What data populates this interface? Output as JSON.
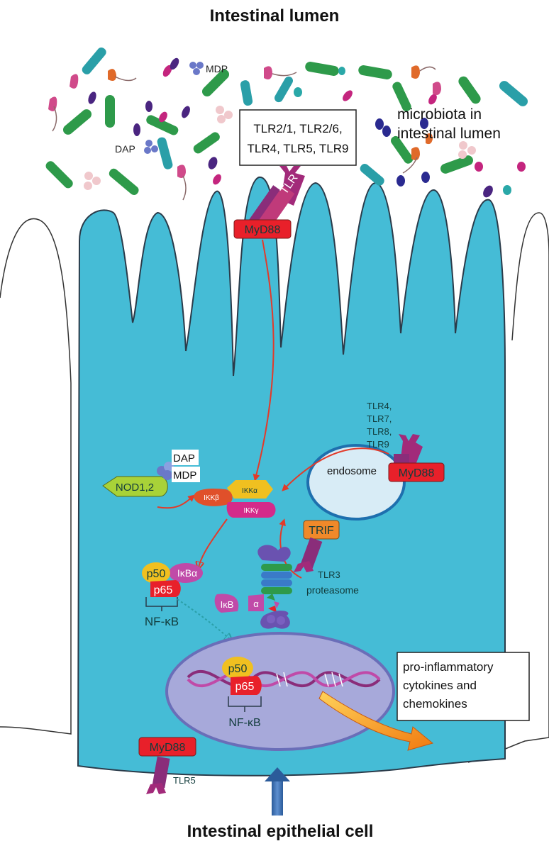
{
  "titles": {
    "top": "Intestinal lumen",
    "bottom": "Intestinal epithelial cell"
  },
  "lumen": {
    "microbiota_line1": "microbiota in",
    "microbiota_line2": "intestinal lumen",
    "mdp": "MDP",
    "dap": "DAP"
  },
  "tlr_box": {
    "line1": "TLR2/1, TLR2/6,",
    "line2": "TLR4, TLR5, TLR9"
  },
  "surface": {
    "tlr": "TLR",
    "myd88": "MyD88"
  },
  "nod": {
    "label": "NOD1,2",
    "dap": "DAP",
    "mdp": "MDP"
  },
  "ikk": {
    "alpha": "IKKα",
    "beta": "IKKβ",
    "gamma": "IKKγ"
  },
  "endosome": {
    "label": "endosome",
    "tlrs": [
      "TLR4,",
      "TLR7,",
      "TLR8,",
      "TLR9"
    ],
    "myd88": "MyD88",
    "trif": "TRIF",
    "tlr3": "TLR3"
  },
  "cytoplasm": {
    "p50": "p50",
    "p65": "p65",
    "ikba": "IκBα",
    "nfkb": "NF-κB",
    "ikb": "IκB",
    "alpha": "α",
    "proteasome": "proteasome"
  },
  "nucleus": {
    "p50": "p50",
    "p65": "p65",
    "nfkb": "NF-κB"
  },
  "output_box": {
    "line1": "pro-inflammatory",
    "line2": "cytokines and",
    "line3": "chemokines"
  },
  "basal": {
    "myd88": "MyD88",
    "tlr5": "TLR5"
  },
  "colors": {
    "cell": "#45bcd6",
    "cell_outline": "#2a3b4a",
    "myd88": "#e8202a",
    "trif": "#f0892a",
    "tlr": "#8a2d7a",
    "nod": "#a8d238",
    "nucleus": "#a7a9da",
    "arrow": "#e23a2a",
    "bacteria_green": "#2e9a4a",
    "bacteria_teal": "#2a9fa8"
  }
}
